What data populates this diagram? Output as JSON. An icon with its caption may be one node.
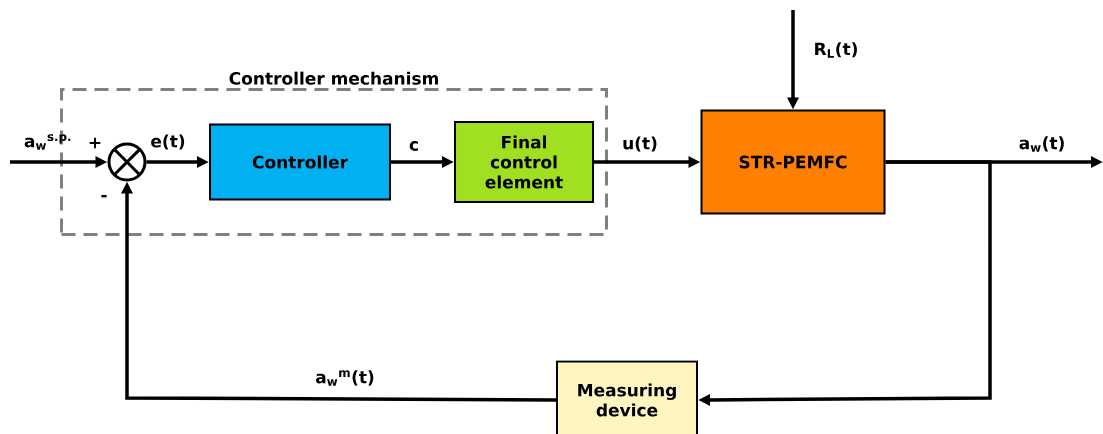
{
  "diagram": {
    "nodes": [
      {
        "text": [
          "Controller mechanism"
        ]
      },
      {
        "text": [],
        "shape": "circle",
        "in": 0
      },
      {
        "text": [
          "Controller"
        ],
        "in": 0
      },
      {
        "text": [
          "Final control element"
        ],
        "in": 0
      },
      {
        "text": [
          "STR-PEMFC"
        ]
      },
      {
        "text": [
          "Measuring device"
        ]
      }
    ],
    "edges": [
      {
        "from": null,
        "to": 1,
        "arrow": "to",
        "label": "a$_{w}$$^{s.p.}$"
      },
      {
        "from": 1,
        "to": 2,
        "arrow": "to",
        "label": "e(t)"
      },
      {
        "from": 2,
        "to": 3,
        "arrow": "to",
        "label": "c"
      },
      {
        "from": 3,
        "to": 4,
        "arrow": "to",
        "label": "u(t)"
      },
      {
        "from": null,
        "to": 4,
        "arrow": "to",
        "label": "R$_{L}$(t)"
      },
      {
        "from": 4,
        "to": null,
        "arrow": "to",
        "label": "a$_{w}$(t)"
      },
      {
        "from": 4,
        "to": 5,
        "arrow": "to"
      },
      {
        "from": 5,
        "to": 1,
        "arrow": "to",
        "label": "a$_{w}$$^{m}$(t)"
      }
    ],
    "labels": [
      "+",
      "-"
    ]
  }
}
